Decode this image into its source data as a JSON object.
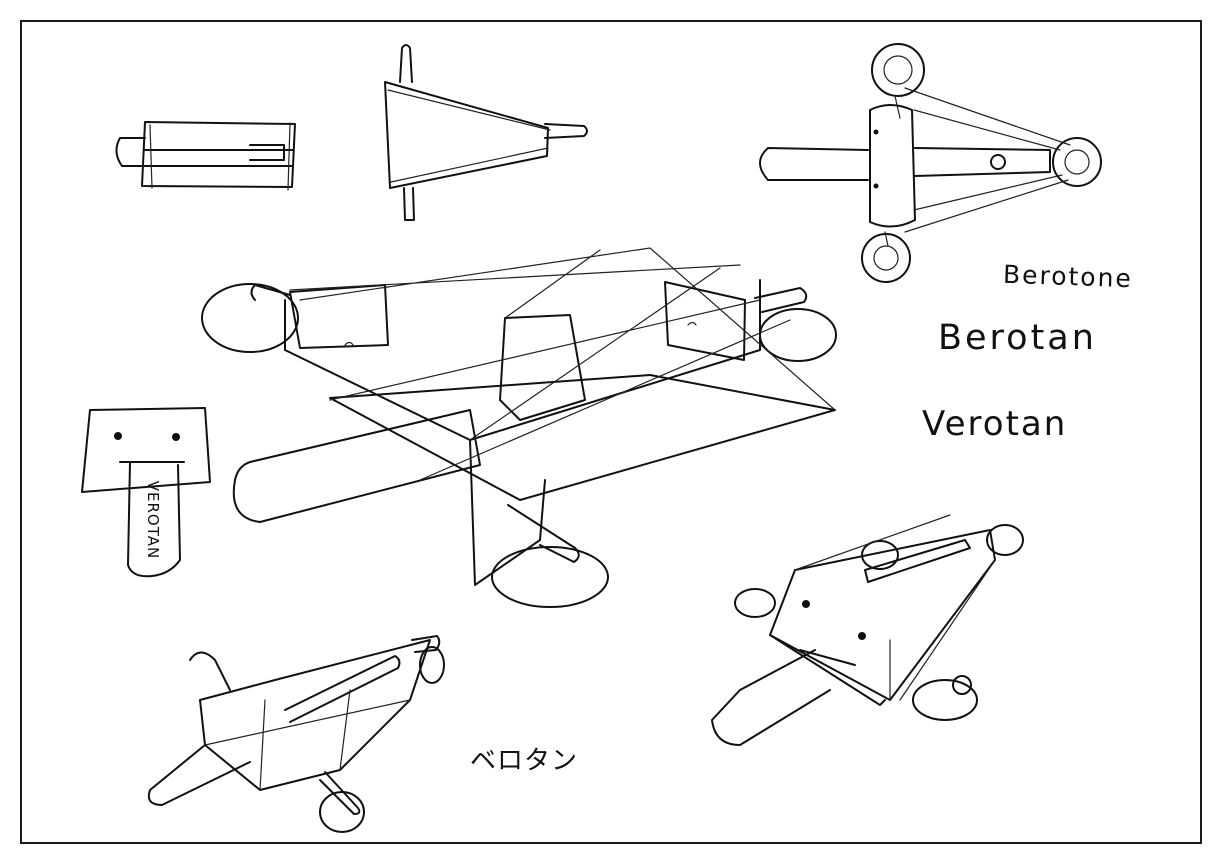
{
  "labels": {
    "name_1": "Berotone",
    "name_2": "Berotan",
    "name_3": "Verotan",
    "tongue": "VEROTAN",
    "katakana": "ベロタン"
  },
  "colors": {
    "paper": "#ffffff",
    "ink": "#111111"
  }
}
